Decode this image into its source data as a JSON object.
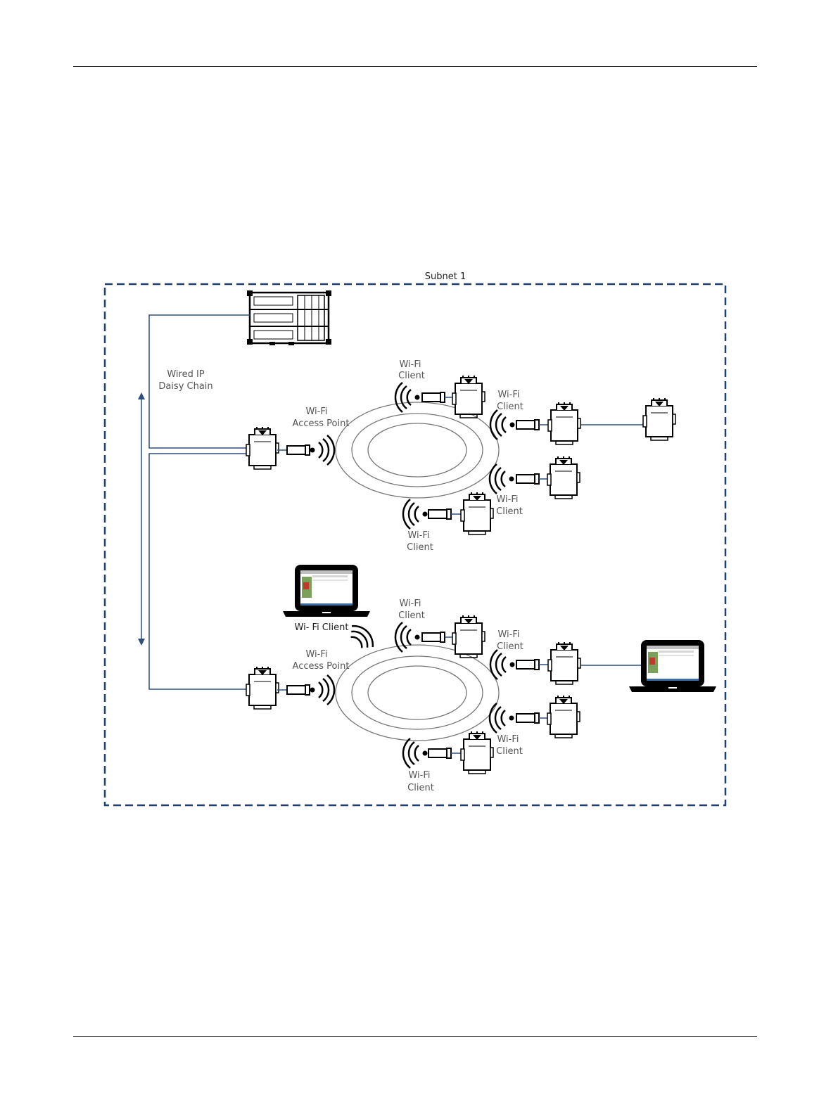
{
  "subnet_title": "Subnet  1",
  "wired_label": [
    "Wired IP",
    "Daisy Chain"
  ],
  "groups": [
    {
      "ap_label": [
        "Wi-Fi",
        "Access Point"
      ],
      "client_labels": [
        [
          "Wi-Fi",
          "Client"
        ],
        [
          "Wi-Fi",
          "Client"
        ],
        [
          "Wi-Fi",
          "Client"
        ],
        [
          "Wi-Fi",
          "Client"
        ]
      ]
    },
    {
      "ap_label": [
        "Wi-Fi",
        "Access Point"
      ],
      "client_labels": [
        [
          "Wi-Fi",
          "Client"
        ],
        [
          "Wi-Fi",
          "Client"
        ],
        [
          "Wi-Fi",
          "Client"
        ],
        [
          "Wi-Fi",
          "Client"
        ]
      ]
    }
  ],
  "laptop_client_label": "Wi- Fi Client",
  "colors": {
    "frame": "#1f3e6b",
    "wire": "#2e4f7c",
    "ring": "#777777"
  }
}
